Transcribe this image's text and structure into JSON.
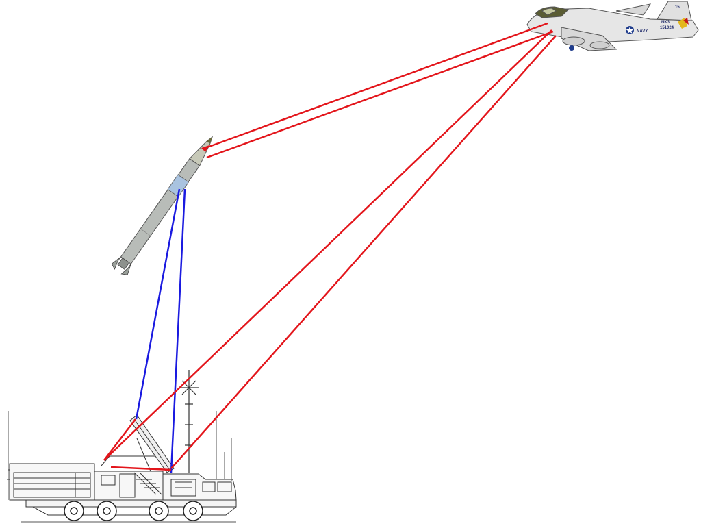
{
  "colors": {
    "background": "#ffffff",
    "tracking_beam": "#e3151b",
    "uplink_beam": "#1a1ae0",
    "missile_body": "#b8bcb8",
    "missile_band": "#a9c3e0",
    "aircraft_body": "#e6e6e6",
    "aircraft_canopy": "#5a5c33",
    "vehicle_line": "#333333"
  },
  "aircraft": {
    "markings": {
      "service": "NAVY",
      "tail_code": "15",
      "serial": "NK3",
      "bureau_number": "151024"
    }
  },
  "icons": [
    "aircraft-icon",
    "missile-icon",
    "launcher-vehicle-icon",
    "radar-mast-icon"
  ]
}
